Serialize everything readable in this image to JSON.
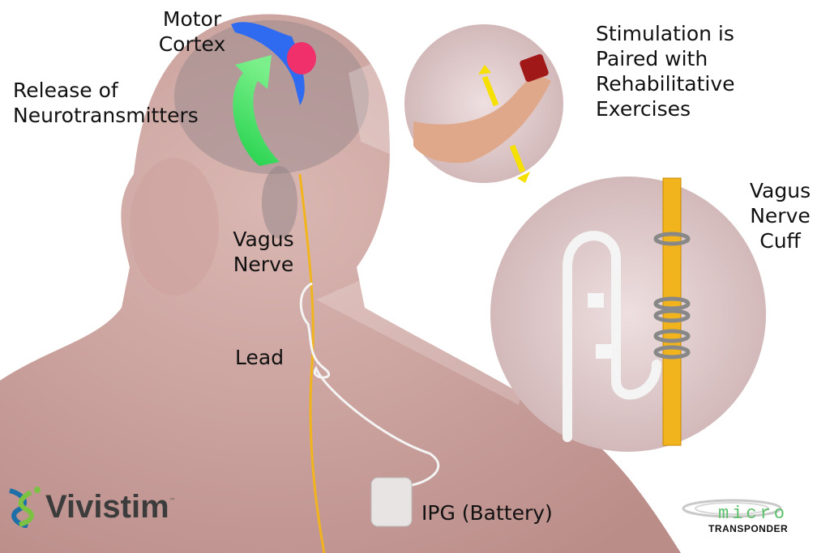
{
  "labels": {
    "motor_cortex": [
      "Motor",
      "Cortex"
    ],
    "neurotransmitters": [
      "Release of",
      "Neurotransmitters"
    ],
    "stimulation": [
      "Stimulation is",
      "Paired with",
      "Rehabilitative",
      "Exercises"
    ],
    "vagus_nerve_cuff": [
      "Vagus",
      "Nerve",
      "Cuff"
    ],
    "vagus_nerve": [
      "Vagus",
      "Nerve"
    ],
    "lead": "Lead",
    "ipg": "IPG (Battery)"
  },
  "logos": {
    "vivistim": {
      "word": "Vivistim",
      "tm": "™"
    },
    "microtransponder": {
      "micro": "micro",
      "transponder": "TRANSPONDER"
    }
  },
  "colors": {
    "skin": "#c69a96",
    "nerve": "#f2b41c",
    "cortex_blue": "#2f6bf0",
    "cortex_red": "#f0306a",
    "arrow_green": "#33e060",
    "exercise_arrow": "#f5e000"
  }
}
